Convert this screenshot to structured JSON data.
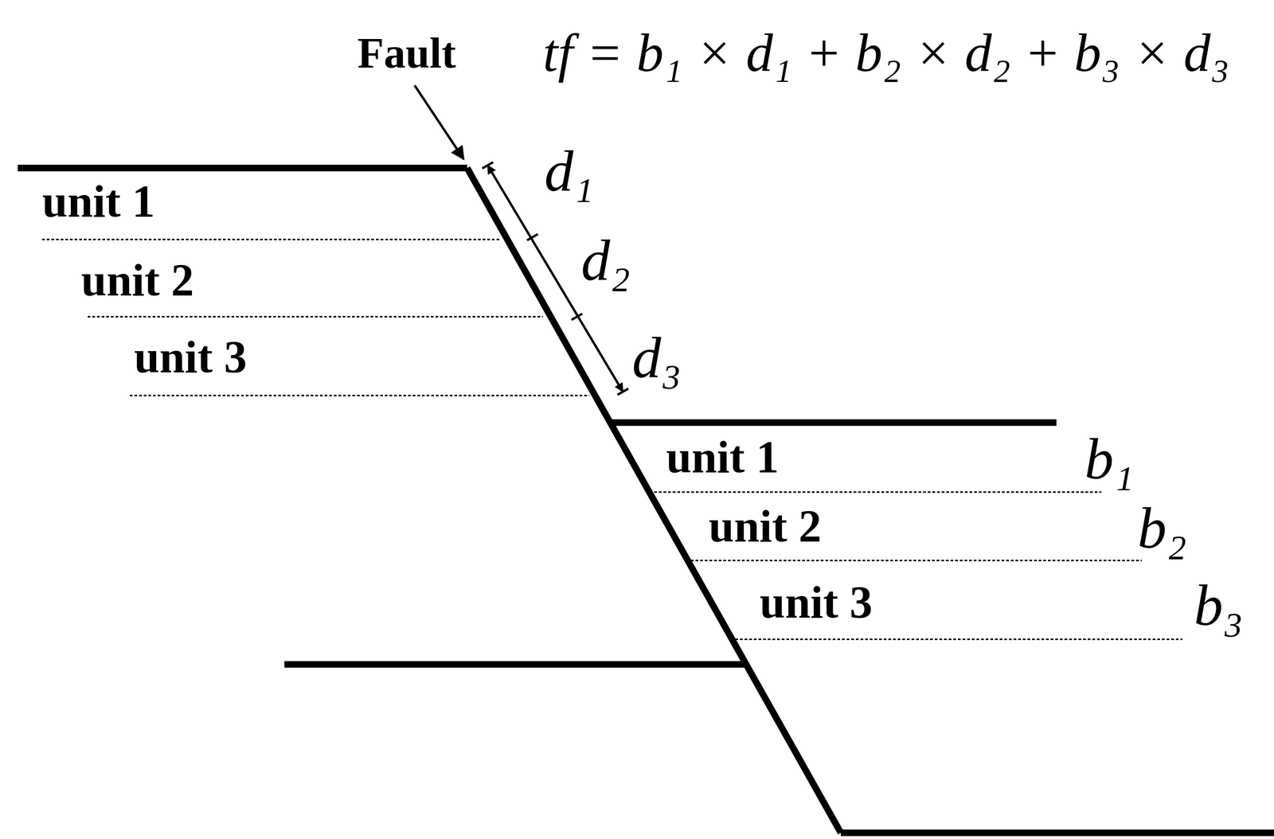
{
  "diagram": {
    "labels": [
      "Fault",
      "tf = b₁ × d₁ + b₂ × d₂ + b₃ × d₃",
      "d₁",
      "d₂",
      "d₃",
      "unit 1",
      "unit 2",
      "unit 3",
      "unit 1",
      "unit 2",
      "unit 3",
      "b₁",
      "b₂",
      "b₃"
    ]
  }
}
